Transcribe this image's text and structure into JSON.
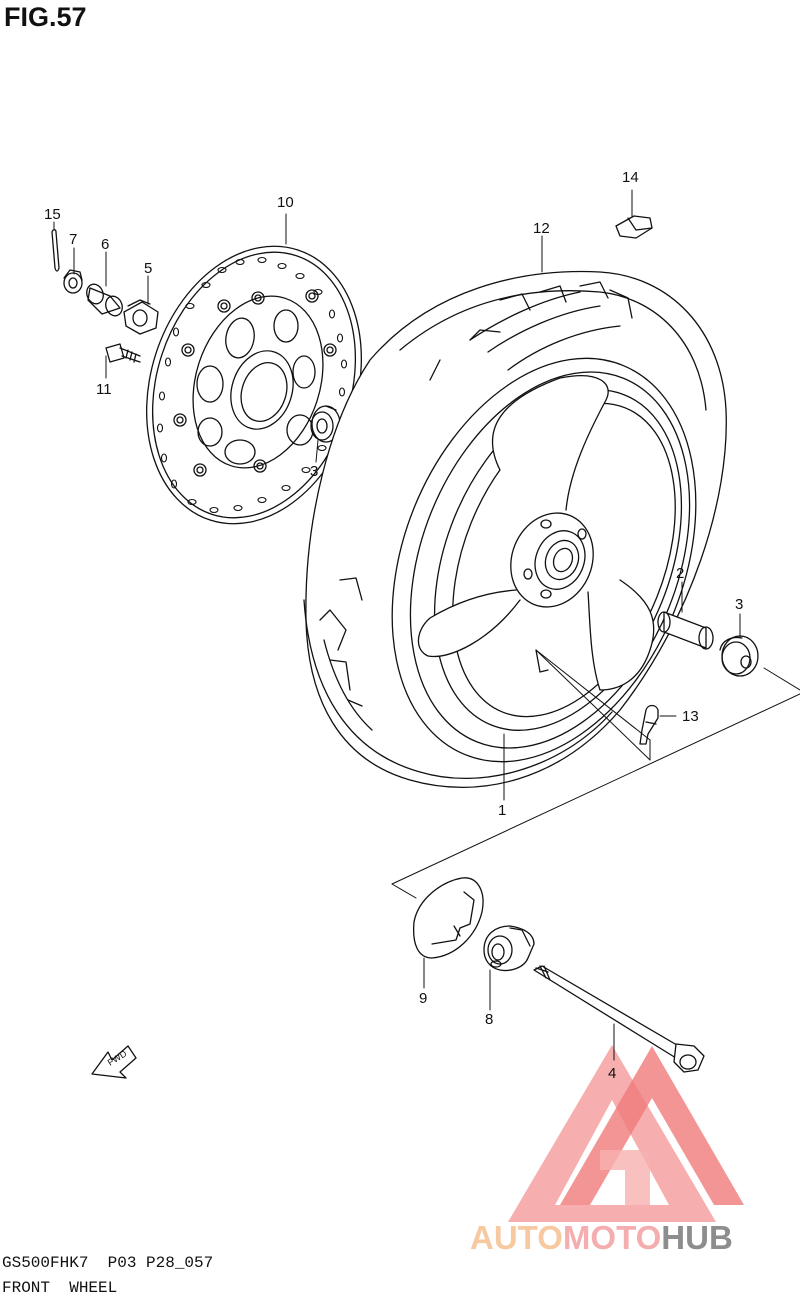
{
  "figure": {
    "title": "FIG.57"
  },
  "callouts": [
    {
      "id": "c1",
      "label": "1"
    },
    {
      "id": "c2",
      "label": "2"
    },
    {
      "id": "c3a",
      "label": "3"
    },
    {
      "id": "c3b",
      "label": "3"
    },
    {
      "id": "c4",
      "label": "4"
    },
    {
      "id": "c5",
      "label": "5"
    },
    {
      "id": "c6",
      "label": "6"
    },
    {
      "id": "c7",
      "label": "7"
    },
    {
      "id": "c8",
      "label": "8"
    },
    {
      "id": "c9",
      "label": "9"
    },
    {
      "id": "c10",
      "label": "10"
    },
    {
      "id": "c11",
      "label": "11"
    },
    {
      "id": "c12",
      "label": "12"
    },
    {
      "id": "c13",
      "label": "13"
    },
    {
      "id": "c14",
      "label": "14"
    },
    {
      "id": "c15",
      "label": "15"
    }
  ],
  "direction_marker": {
    "label": "FWD"
  },
  "footer": {
    "code": "GS500FHK7  P03 P28_057",
    "name": "FRONT  WHEEL"
  },
  "watermark": {
    "part_a": "AUTO",
    "part_b": "MOTO",
    "part_c": "HUB",
    "colors": {
      "primary": "#f08080",
      "secondary": "#f6c9a0",
      "gray": "#8d8d8d"
    }
  }
}
